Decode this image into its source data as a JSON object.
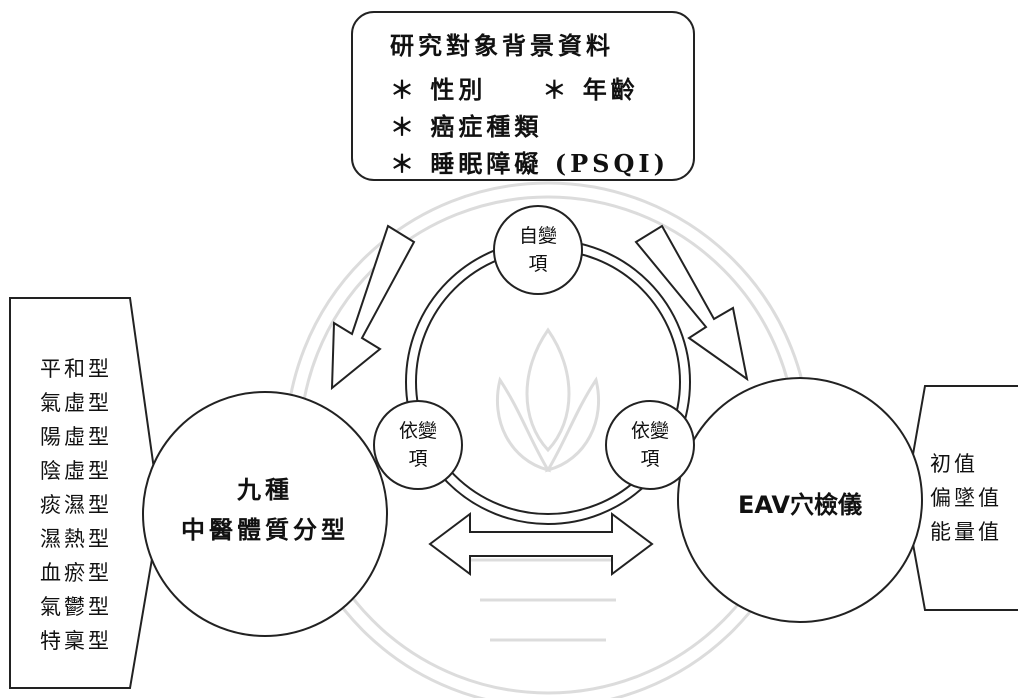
{
  "background": {
    "top_box": {
      "title": "研究對象背景資料",
      "line1": "＊ 性別　　＊ 年齡",
      "line2": "＊ 癌症種類",
      "line3": "＊ 睡眠障礙 (PSQI)"
    },
    "node_top": "自變\n項",
    "node_left": "依變\n項",
    "node_right": "依變\n項",
    "left_circle": {
      "line1": "九種",
      "line2": "中醫體質分型"
    },
    "right_circle": {
      "label": "EAV穴檢儀"
    },
    "left_list": [
      "平和型",
      "氣虛型",
      "陽虛型",
      "陰虛型",
      "痰濕型",
      "濕熱型",
      "血瘀型",
      "氣鬱型",
      "特稟型"
    ],
    "right_list": [
      "初值",
      "偏墜值",
      "能量值"
    ]
  },
  "colors": {
    "stroke": "#222222",
    "watermark": "#d9d9d9",
    "fill": "#ffffff"
  }
}
